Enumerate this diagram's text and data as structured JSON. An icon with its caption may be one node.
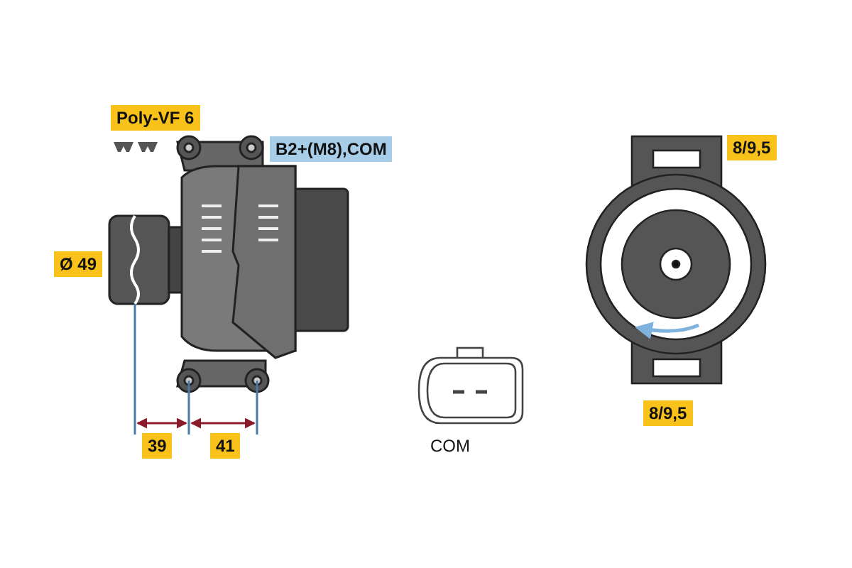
{
  "diagram": {
    "labels": [
      "Poly-VF 6",
      "B2+(M8),COM",
      "Ø 49",
      "39",
      "41",
      "COM",
      "8/9,5",
      "8/9,5"
    ]
  }
}
